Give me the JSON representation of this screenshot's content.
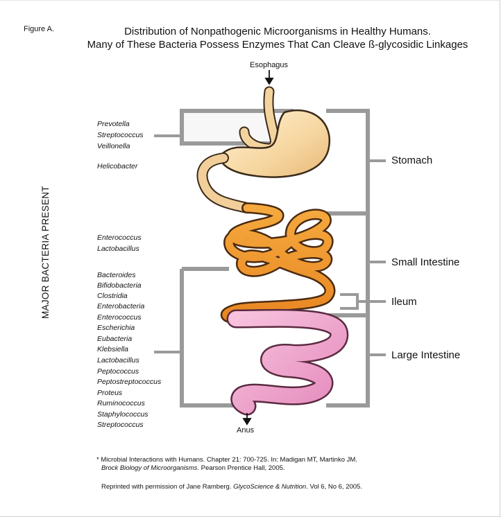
{
  "figure_label": "Figure A.",
  "title_line1": "Distribution of Nonpathogenic Microorganisms in Healthy Humans.",
  "title_line2": "Many of These Bacteria Possess Enzymes That Can Cleave ß-glycosidic Linkages",
  "vertical_label": "MAJOR BACTERIA PRESENT",
  "esophagus": "Esophagus",
  "anus": "Anus",
  "regions": {
    "stomach": "Stomach",
    "small_intestine": "Small Intestine",
    "ileum": "Ileum",
    "large_intestine": "Large Intestine"
  },
  "bacteria_stomach": [
    "Prevotella",
    "Streptococcus",
    "Veillonella"
  ],
  "bacteria_helicobacter": "Helicobacter",
  "bacteria_small": [
    "Enterococcus",
    "Lactobacillus"
  ],
  "bacteria_large": [
    "Bacteroides",
    "Bifidobacteria",
    "Clostridia",
    "Enterobacteria",
    "Enterococcus",
    "Escherichia",
    "Eubacteria",
    "Klebsiella",
    "Lactobacillus",
    "Peptococcus",
    "Peptostreptococcus",
    "Proteus",
    "Ruminococcus",
    "Staphylococcus",
    "Streptococcus"
  ],
  "reference": {
    "line1": "* Microbial Interactions with Humans. Chapter 21: 700-725. In: Madigan MT, Martinko JM.",
    "line2_italic": "Brock Biology of Microorganisms",
    "line2_rest": ". Pearson Prentice Hall, 2005.",
    "line3_a": "Reprinted with permission of Jane Ramberg. ",
    "line3_italic": "GlycoScience & Nutrition",
    "line3_b": ". Vol 6, No 6, 2005."
  },
  "colors": {
    "stomach": "#f6d9a8",
    "small_intestine": "#ef9a2c",
    "large_intestine": "#ec9cc7",
    "bracket": "#8a8a8a"
  }
}
